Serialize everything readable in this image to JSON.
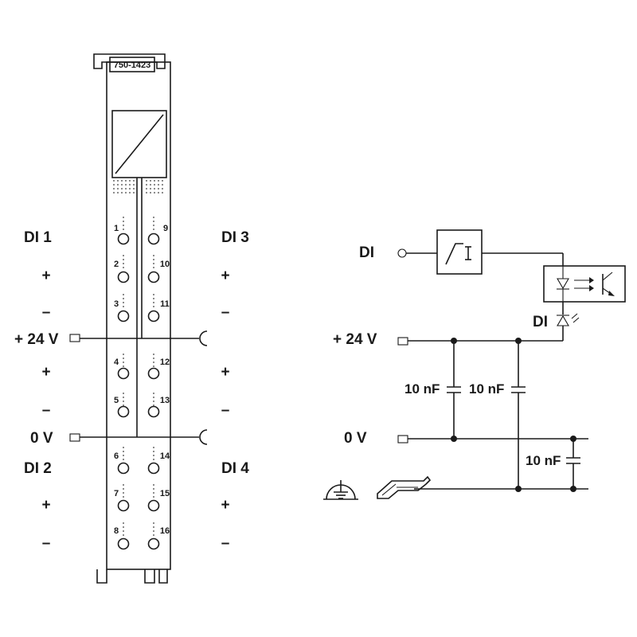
{
  "module": {
    "part_number": "750-1423"
  },
  "left_labels": {
    "di1": "DI 1",
    "di1_plus": "+",
    "di1_minus": "–",
    "supply24": "+ 24 V",
    "mid_plus": "+",
    "mid_minus": "–",
    "supply0": "0 V",
    "di2": "DI 2",
    "di2_plus": "+",
    "di2_minus": "–"
  },
  "right_labels": {
    "di3": "DI 3",
    "di3_plus": "+",
    "di3_minus": "–",
    "mid_plus": "+",
    "mid_minus": "–",
    "di4": "DI 4",
    "di4_plus": "+",
    "di4_minus": "–"
  },
  "terminals_left": [
    "1",
    "2",
    "3",
    "4",
    "5",
    "6",
    "7",
    "8"
  ],
  "terminals_right": [
    "9",
    "10",
    "11",
    "12",
    "13",
    "14",
    "15",
    "16"
  ],
  "circuit": {
    "di_input": "DI",
    "supply24": "+ 24 V",
    "supply0": "0 V",
    "led_label": "DI",
    "cap1": "10 nF",
    "cap2": "10 nF",
    "cap3": "10 nF"
  }
}
